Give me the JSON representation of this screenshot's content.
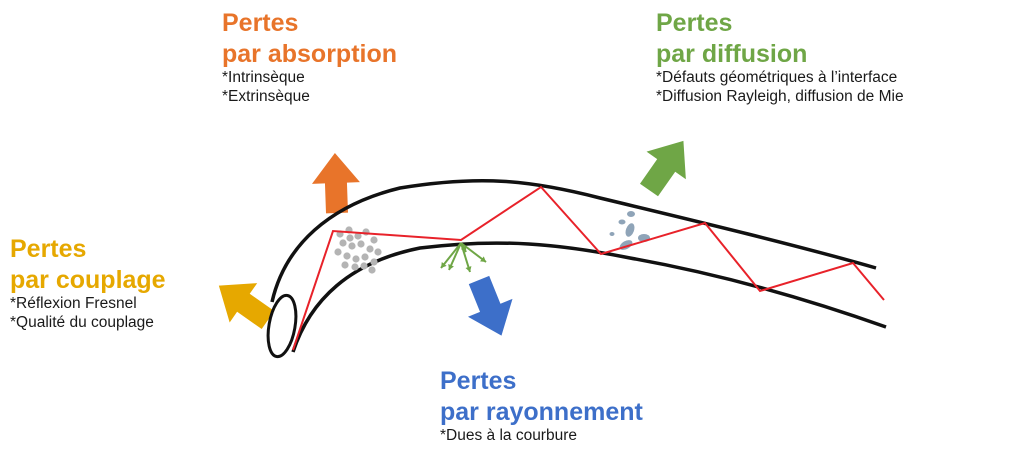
{
  "colors": {
    "absorption": "#E8742A",
    "diffusion": "#6FA646",
    "couplage": "#E6A800",
    "rayonnement": "#3D6FC9",
    "ray": "#E8222A",
    "fiber": "#111111",
    "particles_absorption": "#B4B4B4",
    "particles_diffusion": "#8FA4B8"
  },
  "labels": {
    "absorption": {
      "line1": "Pertes",
      "line2": "par absorption",
      "items": [
        "*Intrinsèque",
        "*Extrinsèque"
      ]
    },
    "diffusion": {
      "line1": "Pertes",
      "line2": "par diffusion",
      "items": [
        "*Défauts géométriques à l’interface",
        "*Diffusion Rayleigh, diffusion de Mie"
      ]
    },
    "couplage": {
      "line1": "Pertes",
      "line2": "par couplage",
      "items": [
        "*Réflexion Fresnel",
        "*Qualité du couplage"
      ]
    },
    "rayonnement": {
      "line1": "Pertes",
      "line2": "par rayonnement",
      "items": [
        "*Dues à la courbure"
      ]
    }
  },
  "icons": {
    "absorption_arrow": "arrow-up-icon",
    "diffusion_arrow": "arrow-up-right-icon",
    "couplage_arrow": "arrow-up-left-icon",
    "rayonnement_arrow": "arrow-down-icon",
    "scatter_arrows": "scatter-arrows-icon"
  }
}
